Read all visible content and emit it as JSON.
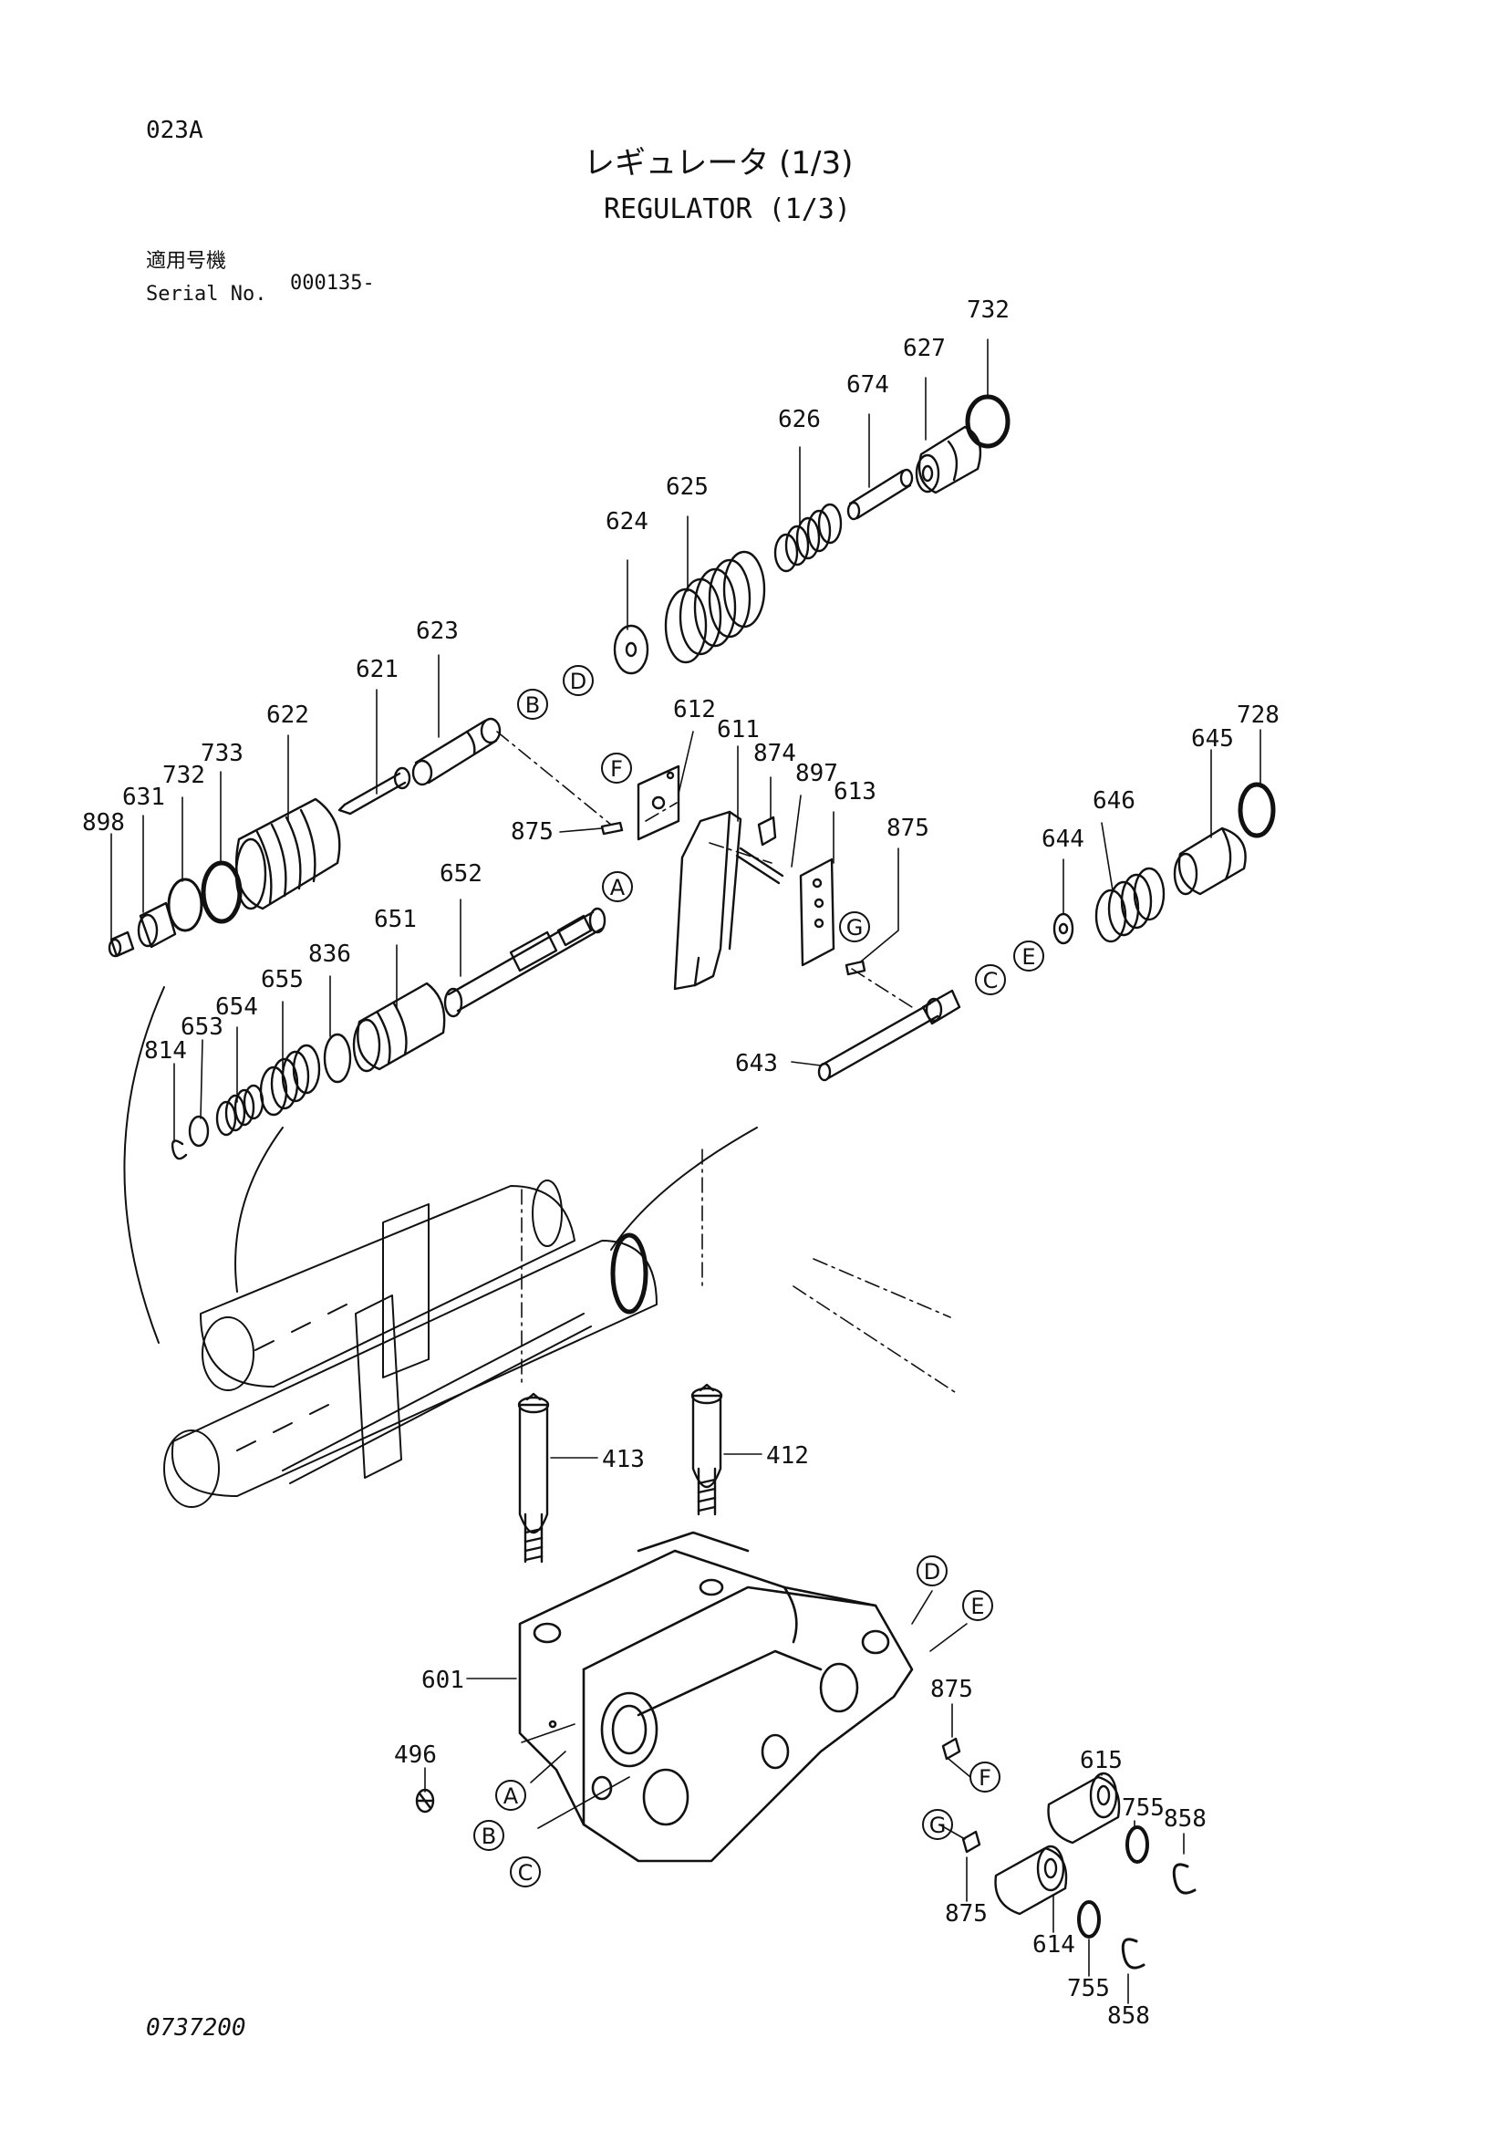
{
  "header": {
    "code": "023A",
    "title_jp": "レギュレータ (1/3)",
    "title_en": "REGULATOR (1/3)",
    "serial_label_jp": "適用号機",
    "serial_label_en": "Serial No.",
    "serial_value": "000135-"
  },
  "footer": {
    "doc_number": "0737200"
  },
  "callouts": {
    "c732a": "732",
    "c627": "627",
    "c674": "674",
    "c626": "626",
    "c625": "625",
    "c624": "624",
    "c623": "623",
    "c621": "621",
    "c622": "622",
    "c733": "733",
    "c732b": "732",
    "c631": "631",
    "c898": "898",
    "c612": "612",
    "c611": "611",
    "c874": "874",
    "c897": "897",
    "c613": "613",
    "c875a": "875",
    "c875b": "875",
    "c728": "728",
    "c645": "645",
    "c646": "646",
    "c644": "644",
    "c652": "652",
    "c651": "651",
    "c836": "836",
    "c655": "655",
    "c654": "654",
    "c653": "653",
    "c814": "814",
    "c643": "643",
    "c413": "413",
    "c412": "412",
    "c601": "601",
    "c496": "496",
    "c875c": "875",
    "c875d": "875",
    "c615": "615",
    "c755a": "755",
    "c858a": "858",
    "c614": "614",
    "c755b": "755",
    "c858b": "858"
  },
  "reference_letters": {
    "rB1": "B",
    "rD1": "D",
    "rF1": "F",
    "rA1": "A",
    "rG1": "G",
    "rC1": "C",
    "rE1": "E",
    "rD2": "D",
    "rE2": "E",
    "rA2": "A",
    "rB2": "B",
    "rC2": "C",
    "rF2": "F",
    "rG2": "G"
  }
}
